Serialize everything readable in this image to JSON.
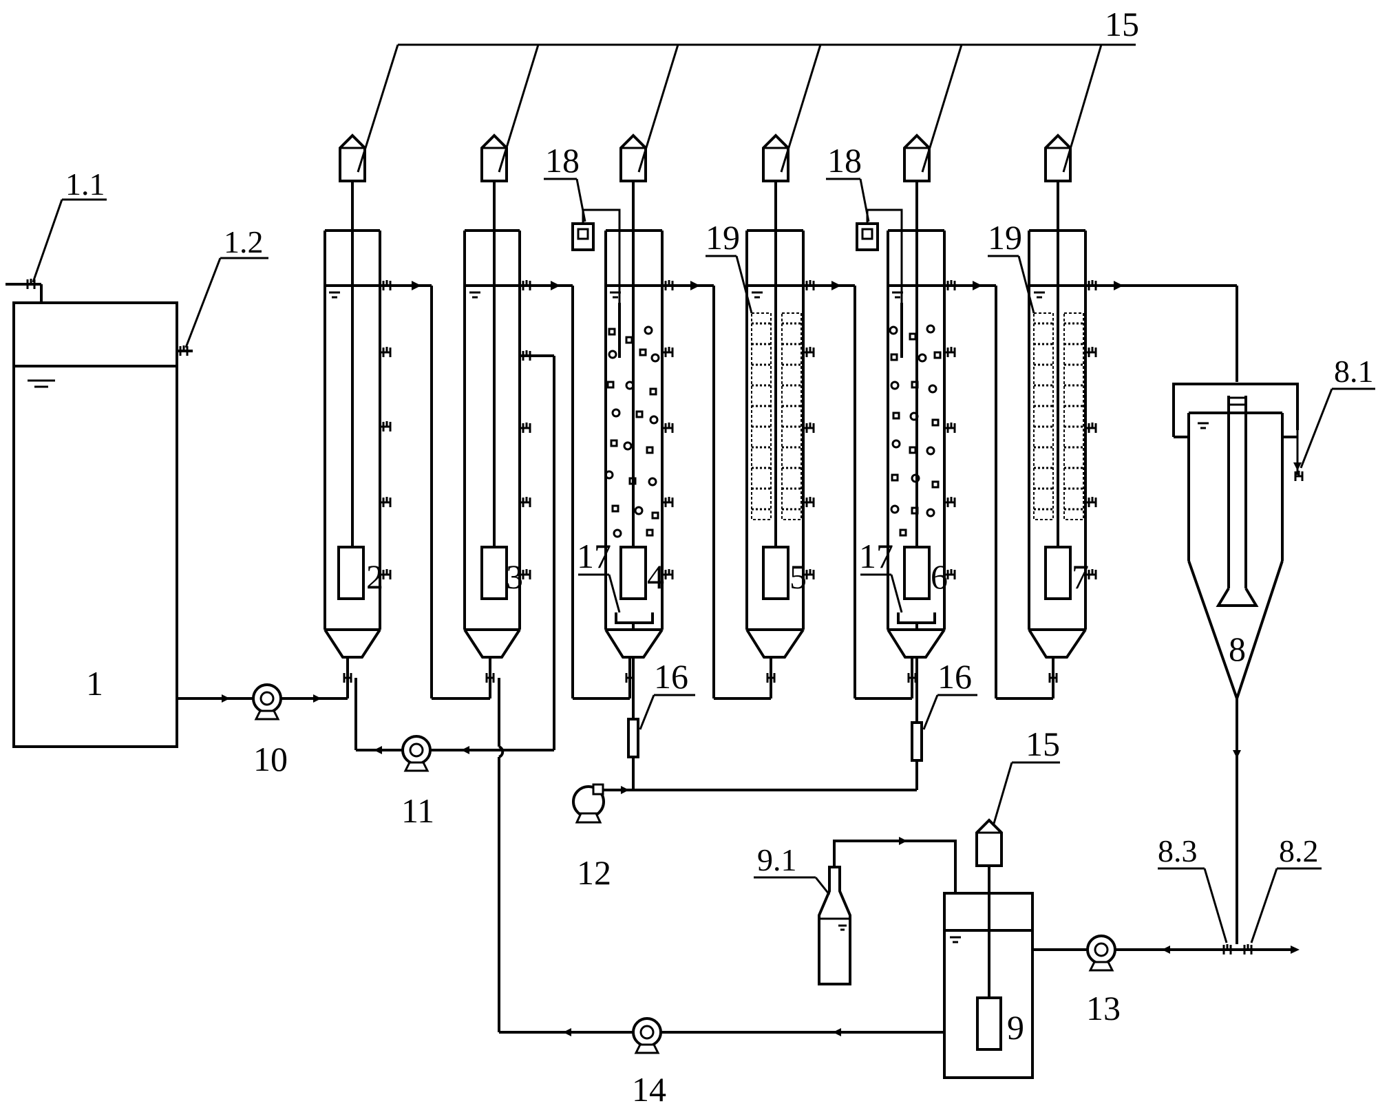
{
  "labels": {
    "tank1": "1",
    "valve1_1": "1.1",
    "valve1_2": "1.2",
    "reactor2": "2",
    "reactor3": "3",
    "reactor4": "4",
    "reactor5": "5",
    "reactor6": "6",
    "reactor7": "7",
    "clarifier8": "8",
    "valve8_1": "8.1",
    "valve8_2": "8.2",
    "valve8_3": "8.3",
    "tank9": "9",
    "bottle9_1": "9.1",
    "pump10": "10",
    "pump11": "11",
    "pump12": "12",
    "pump13": "13",
    "pump14": "14",
    "motor15_top": "15",
    "motor15_bottom": "15",
    "flowmeter16_a": "16",
    "flowmeter16_b": "16",
    "aerator17_a": "17",
    "aerator17_b": "17",
    "probe18_a": "18",
    "probe18_b": "18",
    "media19_a": "19",
    "media19_b": "19"
  }
}
